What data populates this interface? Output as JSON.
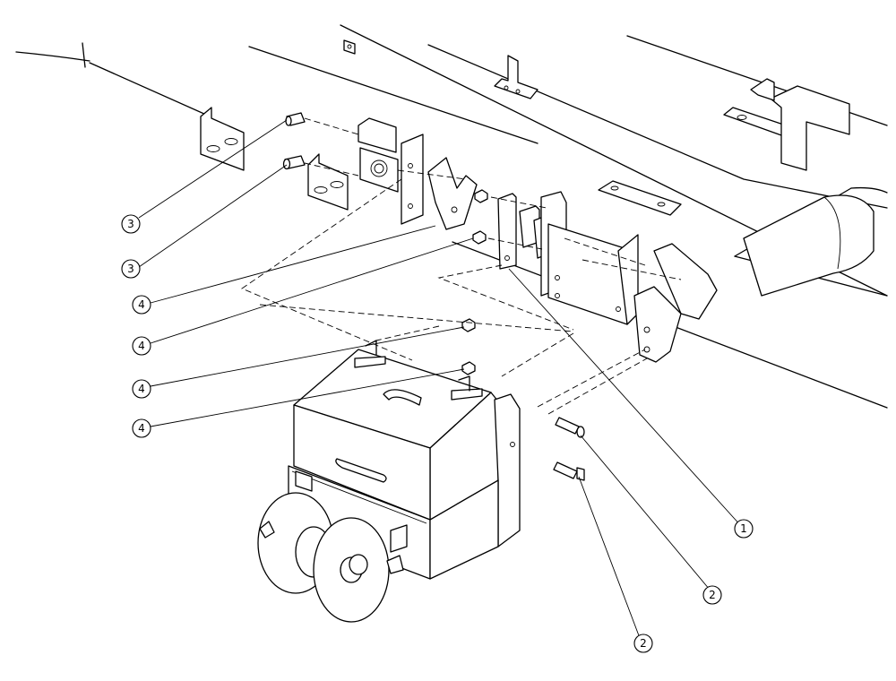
{
  "callouts": [
    {
      "id": "callout-1",
      "label": "1"
    },
    {
      "id": "callout-2a",
      "label": "2"
    },
    {
      "id": "callout-2b",
      "label": "2"
    },
    {
      "id": "callout-3a",
      "label": "3"
    },
    {
      "id": "callout-3b",
      "label": "3"
    },
    {
      "id": "callout-4a",
      "label": "4"
    },
    {
      "id": "callout-4b",
      "label": "4"
    },
    {
      "id": "callout-4c",
      "label": "4"
    },
    {
      "id": "callout-4d",
      "label": "4"
    }
  ],
  "line_color": "#000000",
  "background_color": "#ffffff"
}
